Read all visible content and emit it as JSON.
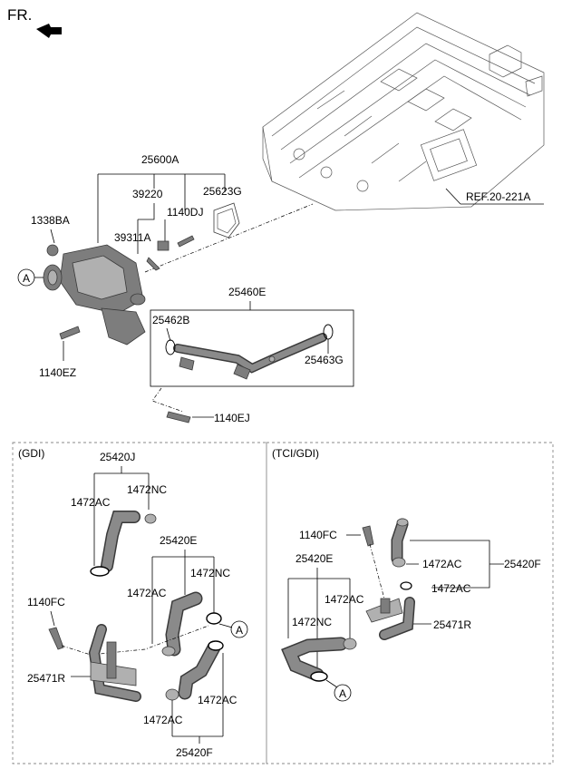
{
  "header": {
    "direction_label": "FR."
  },
  "labels": {
    "ref": "REF.20-221A",
    "p25600A": "25600A",
    "p39220": "39220",
    "p25623G": "25623G",
    "p1140DJ": "1140DJ",
    "p1338BA": "1338BA",
    "p39311A": "39311A",
    "p25460E": "25460E",
    "p25462B": "25462B",
    "p25463G": "25463G",
    "p1140EZ": "1140EZ",
    "p1140EJ": "1140EJ",
    "callout_a": "A"
  },
  "gdi": {
    "title": "(GDI)",
    "p25420J": "25420J",
    "p1472NC_a": "1472NC",
    "p1472AC_a": "1472AC",
    "p25420E": "25420E",
    "p1472NC_b": "1472NC",
    "p1472AC_b": "1472AC",
    "p1140FC": "1140FC",
    "p25471R": "25471R",
    "p1472AC_c": "1472AC",
    "p1472AC_d": "1472AC",
    "p25420F": "25420F",
    "callout_a": "A"
  },
  "tci": {
    "title": "(TCI/GDI)",
    "p1140FC": "1140FC",
    "p25420E": "25420E",
    "p1472AC_a": "1472AC",
    "p25420F": "25420F",
    "p1472AC_b": "1472AC",
    "p1472AC_c": "1472AC",
    "p1472NC": "1472NC",
    "p25471R": "25471R",
    "callout_a": "A"
  }
}
